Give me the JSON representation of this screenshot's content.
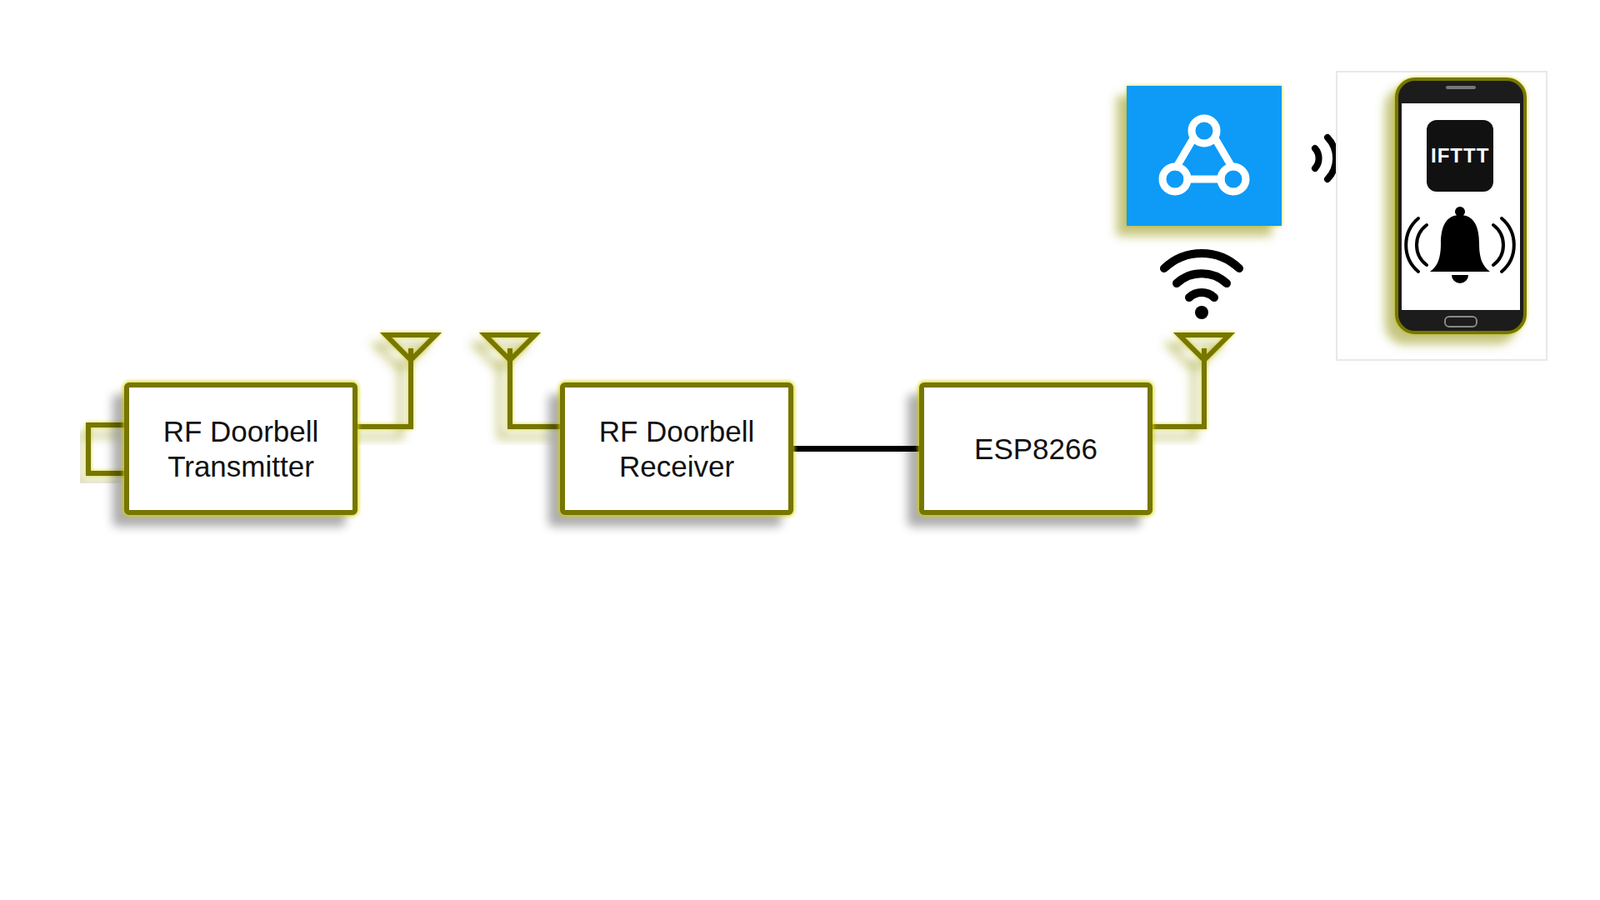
{
  "diagram": {
    "nodes": [
      {
        "text": [
          "RF Doorbell Transmitter"
        ]
      },
      {
        "text": [
          "RF Doorbell Receiver"
        ]
      },
      {
        "text": [
          "ESP8266"
        ]
      }
    ],
    "edges": [
      {
        "from": 1,
        "to": 2,
        "arrow": "none"
      }
    ],
    "labels": [
      "IFTTT"
    ]
  }
}
